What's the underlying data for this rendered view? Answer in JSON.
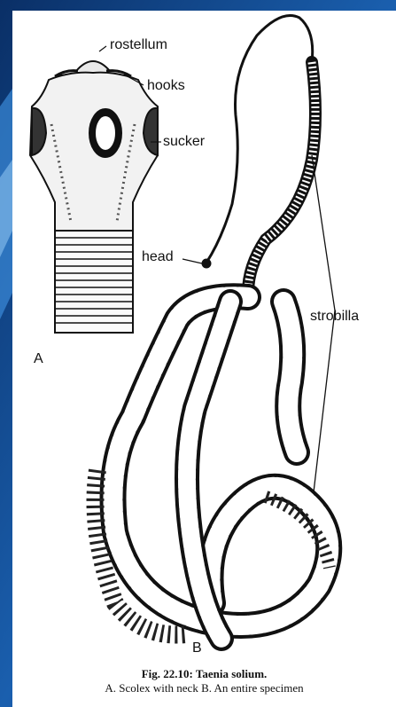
{
  "labels": {
    "rostellum": "rostellum",
    "hooks": "hooks",
    "sucker": "sucker",
    "head": "head",
    "strobilla": "strobilla",
    "panel_a": "A",
    "panel_b": "B"
  },
  "caption": {
    "title": "Fig. 22.10: Taenia solium.",
    "subtitle": "A. Scolex with neck  B. An entire specimen"
  },
  "colors": {
    "background_dark": "#0d3b78",
    "background_light": "#1f6fc0",
    "ink": "#111111",
    "paper": "#ffffff"
  }
}
